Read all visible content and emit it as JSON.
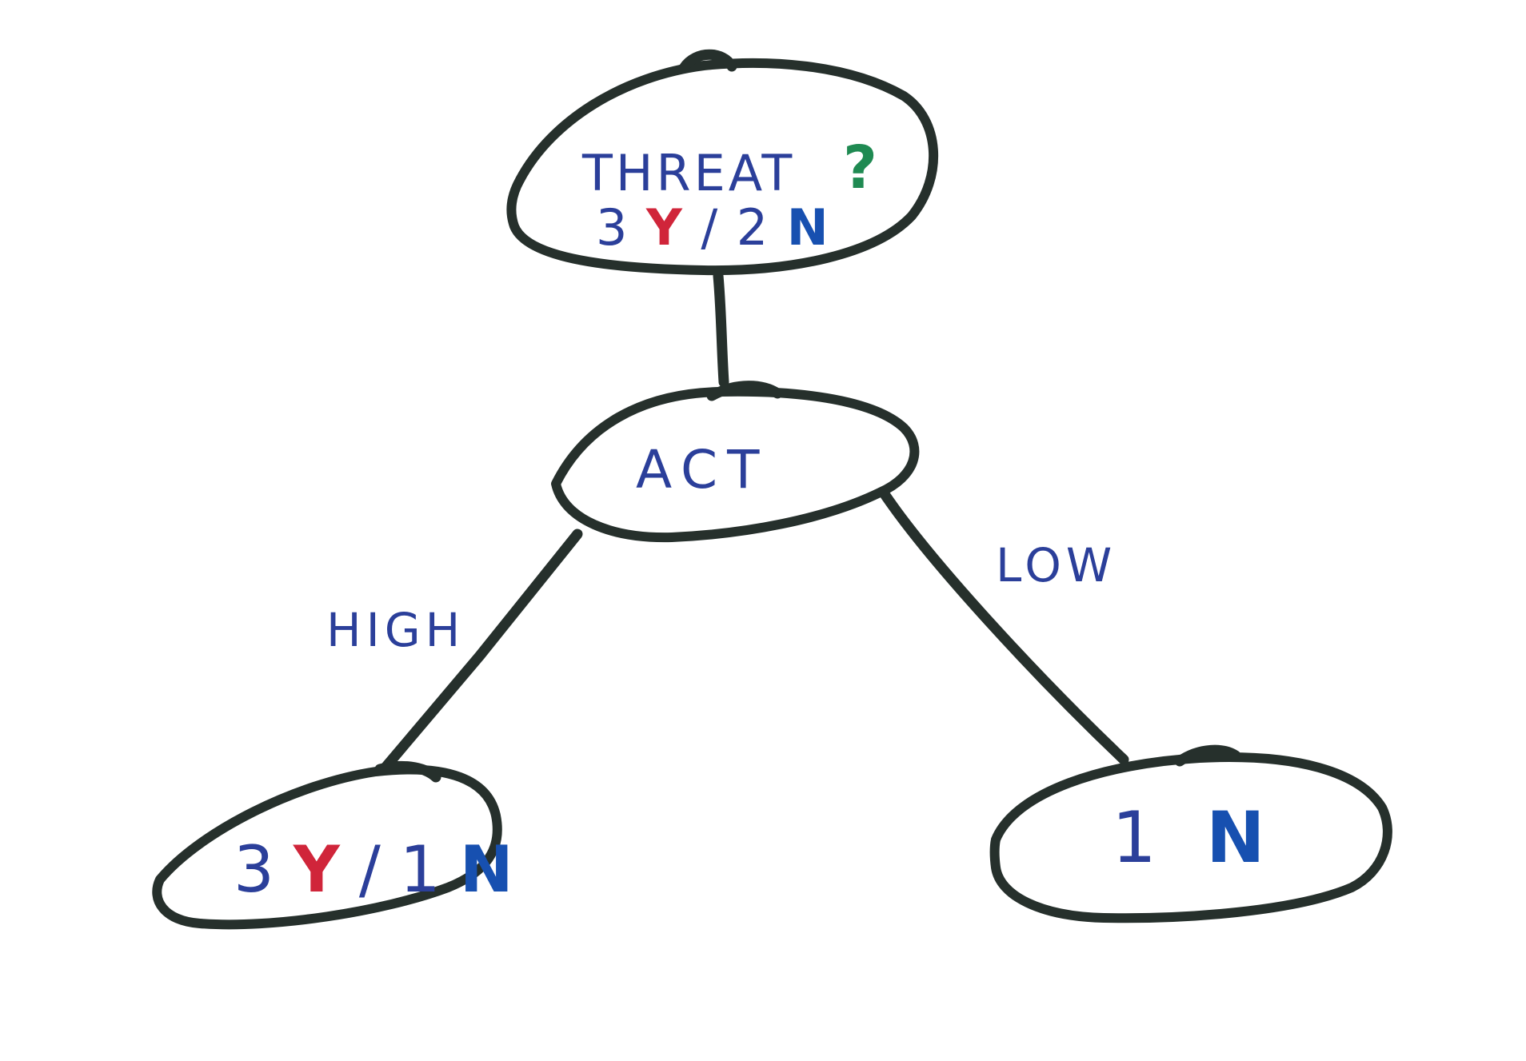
{
  "colors": {
    "ink": "#26302c",
    "text_blue": "#2b3f9a",
    "yes_red": "#d0253a",
    "no_blue": "#1750b0",
    "question_green": "#1f8a52"
  },
  "root": {
    "attribute": "THREAT",
    "question_mark": "?",
    "count_yes_num": "3",
    "count_yes_letter": "Y",
    "separator": "/",
    "count_no_num": "2",
    "count_no_letter": "N"
  },
  "act_node": {
    "label": "ACT"
  },
  "edges": {
    "high_label": "HIGH",
    "low_label": "LOW"
  },
  "leaf_high": {
    "count_yes_num": "3",
    "count_yes_letter": "Y",
    "separator": "/",
    "count_no_num": "1",
    "count_no_letter": "N"
  },
  "leaf_low": {
    "count_no_num": "1",
    "count_no_letter": "N"
  }
}
